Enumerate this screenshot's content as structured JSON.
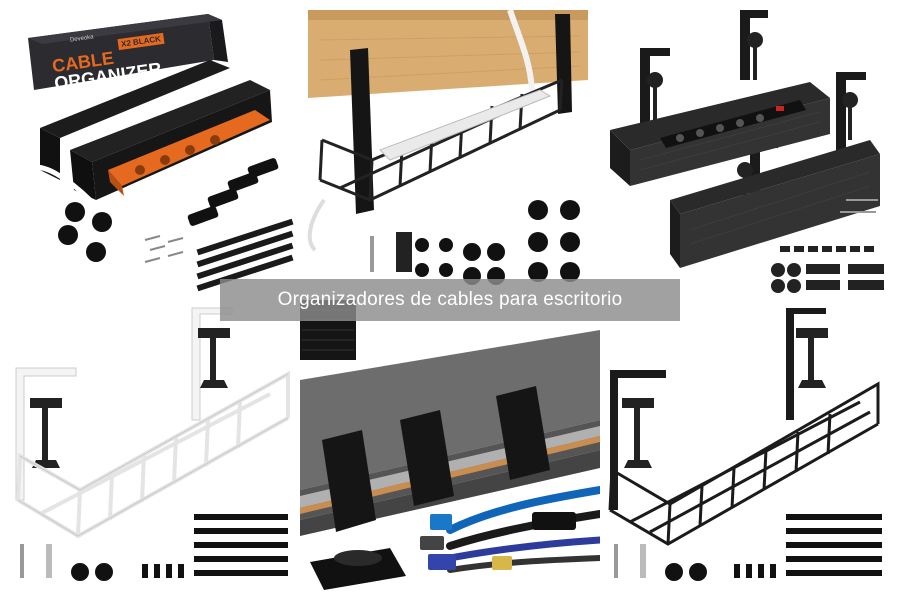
{
  "caption": "Organizadores de cables para escritorio",
  "product_box": {
    "title_line1": "CABLE",
    "title_line2": "ORGANIZER",
    "variant": "X2 BLACK",
    "brand": "Deveoka"
  },
  "colors": {
    "box_bg": "#2b2b30",
    "accent_orange": "#e56a1f",
    "wood": "#d9ad72",
    "metal_black": "#1d1d1d",
    "caption_bg": "#8c8c8c"
  },
  "panels": [
    {
      "name": "cable-tray-kit-with-box"
    },
    {
      "name": "wire-basket-under-desk"
    },
    {
      "name": "mesh-trays-with-clamps"
    },
    {
      "name": "white-wire-basket-clamp"
    },
    {
      "name": "tray-velcro-straps-closeup"
    },
    {
      "name": "black-wire-basket-clamp"
    }
  ]
}
